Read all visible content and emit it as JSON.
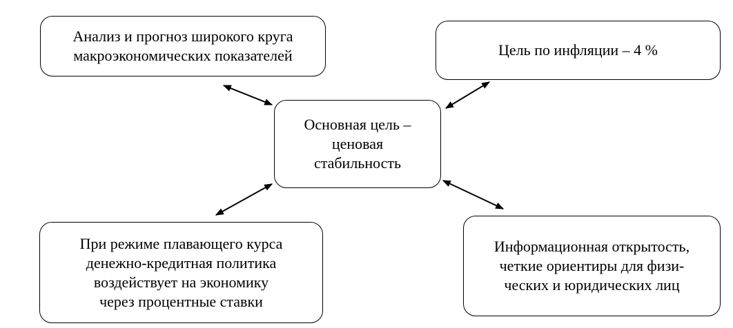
{
  "diagram": {
    "center": {
      "lines": [
        "Основная цель –",
        "ценовая",
        "стабильность"
      ]
    },
    "top_left": {
      "lines": [
        "Анализ и прогноз широкого круга",
        "макроэкономических показателей"
      ]
    },
    "top_right": {
      "lines": [
        "Цель по инфляции – 4 %"
      ]
    },
    "bottom_left": {
      "lines": [
        "При режиме плавающего курса",
        "денежно-кредитная политика",
        "воздействует на экономику",
        "через процентные ставки"
      ]
    },
    "bottom_right": {
      "lines": [
        "Информационная открытость,",
        "четкие ориентиры для физи-",
        "ческих и юридических лиц"
      ]
    },
    "connector_style": "double-headed arrows",
    "colors": {
      "stroke": "#000000",
      "background": "#ffffff"
    }
  }
}
